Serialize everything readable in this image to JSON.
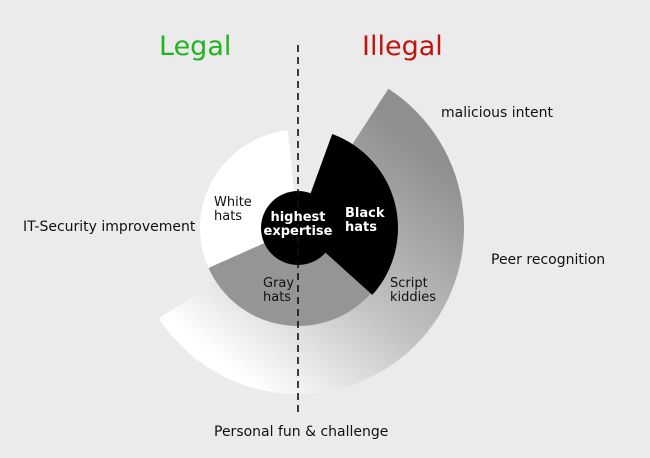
{
  "headers": {
    "legal": "Legal",
    "illegal": "Illegal",
    "legal_color": "#22b322",
    "illegal_color": "#c0150f"
  },
  "axes": {
    "top_right": "malicious intent",
    "left": "IT-Security improvement",
    "right": "Peer recognition",
    "bottom": "Personal fun & challenge"
  },
  "segments": {
    "center": "highest\nexpertise",
    "white_hats": "White\nhats",
    "black_hats": "Black\nhats",
    "gray_hats": "Gray\nhats",
    "script_kiddies": "Script\nkiddies"
  },
  "colors": {
    "background": "#ebebeb",
    "white_hats": "#ffffff",
    "black_hats": "#000000",
    "gray_hats": "#959595",
    "script_kiddies_start": "#9a9a9a",
    "script_kiddies_end": "#ffffff",
    "divider": "#111111"
  }
}
